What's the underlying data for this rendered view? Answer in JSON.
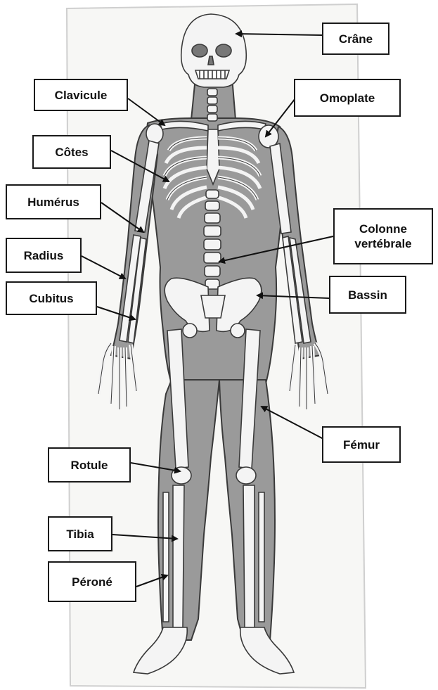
{
  "colors": {
    "body_fill": "#9a9a9a",
    "bone_fill": "#f4f4f4",
    "outline": "#3a3a3a",
    "label_border": "#1a1a1a",
    "paper": "#f7f7f5"
  },
  "labels": {
    "crane": "Crâne",
    "clavicule": "Clavicule",
    "omoplate": "Omoplate",
    "cotes": "Côtes",
    "humerus": "Humérus",
    "colonne_line1": "Colonne",
    "colonne_line2": "vertébrale",
    "radius": "Radius",
    "bassin": "Bassin",
    "cubitus": "Cubitus",
    "femur": "Fémur",
    "rotule": "Rotule",
    "tibia": "Tibia",
    "perone": "Péroné"
  }
}
